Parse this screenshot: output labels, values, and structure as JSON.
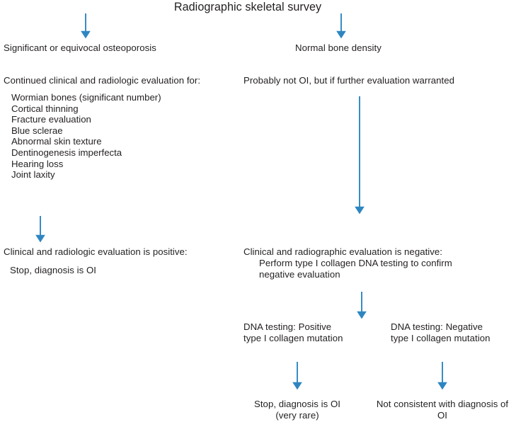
{
  "title": "Radiographic skeletal survey",
  "accent_color": "#2e86c1",
  "text_color": "#231f20",
  "background_color": "#ffffff",
  "chart_data": {
    "type": "diagram",
    "title": "Radiographic skeletal survey",
    "nodes": [
      {
        "id": "root",
        "label": "Radiographic skeletal survey"
      },
      {
        "id": "left-branch",
        "label": "Significant or equivocal osteoporosis"
      },
      {
        "id": "right-branch",
        "label": "Normal bone density"
      },
      {
        "id": "left-eval",
        "label": "Continued clinical and radiologic evaluation for:"
      },
      {
        "id": "right-eval",
        "label": "Probably not OI, but if further evaluation warranted"
      },
      {
        "id": "left-positive",
        "label": "Clinical and radiologic evaluation is positive:"
      },
      {
        "id": "left-positive-action",
        "label": "Stop, diagnosis is OI"
      },
      {
        "id": "right-negative",
        "label": "Clinical and radiographic evaluation is negative:"
      },
      {
        "id": "right-negative-action",
        "label": "Perform type I collagen DNA testing to confirm negative evaluation"
      },
      {
        "id": "dna-positive",
        "label": "DNA testing: Positive type I collagen mutation"
      },
      {
        "id": "dna-negative",
        "label": "DNA testing: Negative type I collagen mutation"
      },
      {
        "id": "dna-positive-result",
        "label": "Stop, diagnosis is OI (very rare)"
      },
      {
        "id": "dna-negative-result",
        "label": "Not consistent with diagnosis of OI"
      }
    ],
    "edges": [
      {
        "from": "root",
        "to": "left-branch"
      },
      {
        "from": "root",
        "to": "right-branch"
      },
      {
        "from": "left-eval",
        "to": "left-positive"
      },
      {
        "from": "right-eval",
        "to": "right-negative"
      },
      {
        "from": "right-negative-action",
        "to": "dna-positive"
      },
      {
        "from": "dna-positive",
        "to": "dna-positive-result"
      },
      {
        "from": "dna-negative",
        "to": "dna-negative-result"
      }
    ]
  },
  "left_column": {
    "branch_label": "Significant or equivocal osteoporosis",
    "eval_heading": "Continued clinical and radiologic evaluation for:",
    "eval_items": [
      "Wormian bones (significant number)",
      "Cortical thinning",
      "Fracture evaluation",
      "Blue sclerae",
      "Abnormal skin texture",
      "Dentinogenesis imperfecta",
      "Hearing loss",
      "Joint laxity"
    ],
    "outcome_heading": "Clinical and radiologic evaluation is positive:",
    "outcome_action": "Stop, diagnosis is OI"
  },
  "right_column": {
    "branch_label": "Normal bone density",
    "eval_note": "Probably not OI, but if further evaluation warranted",
    "negative_heading": "Clinical and radiographic evaluation is negative:",
    "negative_action_line1": "Perform type I collagen DNA testing to confirm",
    "negative_action_line2": "negative evaluation",
    "dna_positive_line1": "DNA testing: Positive",
    "dna_positive_line2": "type I collagen mutation",
    "dna_negative_line1": "DNA testing: Negative",
    "dna_negative_line2": "type I collagen mutation",
    "result_positive_line1": "Stop, diagnosis is OI",
    "result_positive_line2": "(very rare)",
    "result_negative_line1": "Not consistent with diagnosis of",
    "result_negative_line2": "OI"
  },
  "arrows": [
    {
      "name": "arrow-root-to-left-branch"
    },
    {
      "name": "arrow-root-to-right-branch"
    },
    {
      "name": "arrow-left-eval-to-outcome"
    },
    {
      "name": "arrow-right-eval-to-negative"
    },
    {
      "name": "arrow-negative-to-dna"
    },
    {
      "name": "arrow-dna-positive-to-result"
    },
    {
      "name": "arrow-dna-negative-to-result"
    }
  ]
}
